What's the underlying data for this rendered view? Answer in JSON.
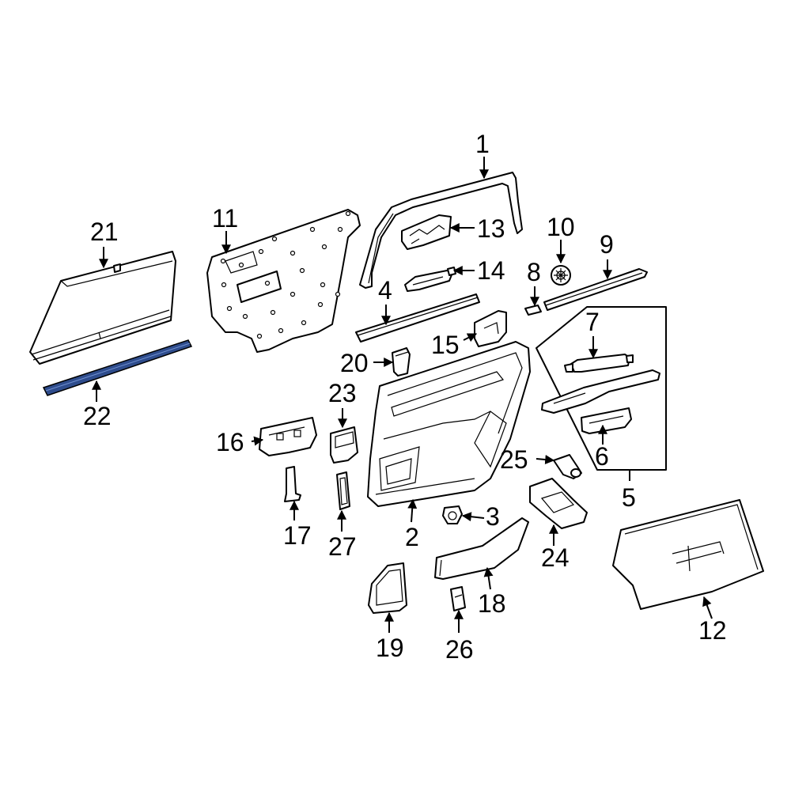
{
  "diagram": {
    "colors": {
      "line": "#000000",
      "background": "#ffffff",
      "highlight": "#2e4c8c"
    },
    "callouts": {
      "c1": "1",
      "c2": "2",
      "c3": "3",
      "c4": "4",
      "c5": "5",
      "c6": "6",
      "c7": "7",
      "c8": "8",
      "c9": "9",
      "c10": "10",
      "c11": "11",
      "c12": "12",
      "c13": "13",
      "c14": "14",
      "c15": "15",
      "c16": "16",
      "c17": "17",
      "c18": "18",
      "c19": "19",
      "c20": "20",
      "c21": "21",
      "c22": "22",
      "c23": "23",
      "c24": "24",
      "c25": "25",
      "c26": "26",
      "c27": "27"
    }
  }
}
